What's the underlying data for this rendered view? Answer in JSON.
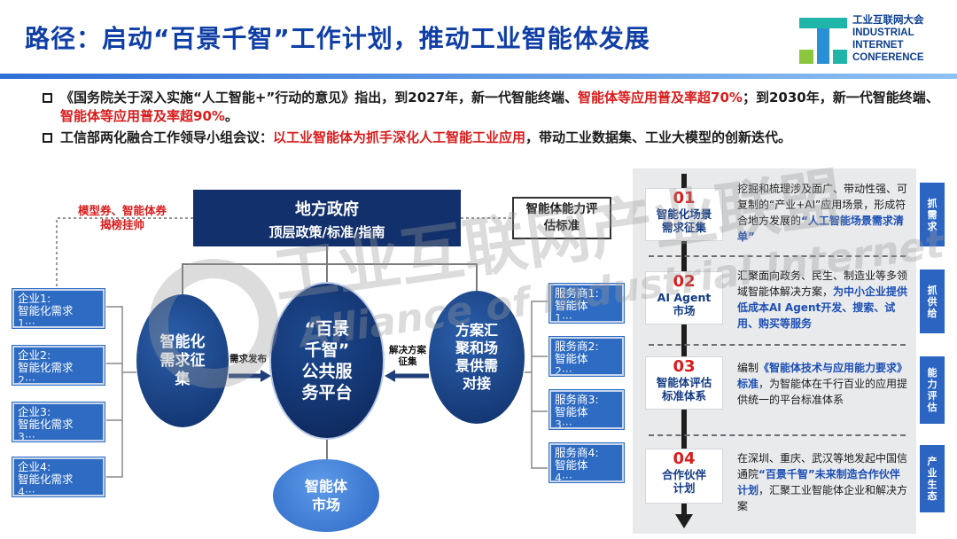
{
  "header": {
    "title": "路径：启动“百景千智”工作计划，推动工业智能体发展",
    "logo_lines": [
      "工业互联网大会",
      "INDUSTRIAL",
      "INTERNET",
      "CONFERENCE"
    ]
  },
  "bullets": [
    {
      "parts": [
        "《国务院关于深入实施“人工智能+”行动的意见》指出，到2027年，新一代智能终端、",
        "智能体等应用普及率超70%",
        "；到2030年，新一代智能终端、",
        "智能体等应用普及率超90%",
        "。"
      ]
    },
    {
      "parts": [
        "工信部两化融合工作领导小组会议：",
        "以工业智能体为抓手深化人工智能工业应用",
        "，带动工业数据集、工业大模型的创新迭代。"
      ]
    }
  ],
  "watermark": {
    "cn": "工业互联网产业联盟",
    "en": "Alliance of Industrial Internet"
  },
  "diagram": {
    "gov_title": "地方政府",
    "gov_subtitle": "顶层政策/标准/指南",
    "promo_line1": "模型券、智能体券",
    "promo_line2": "揭榜挂帅",
    "eval_line1": "智能体能力评",
    "eval_line2": "估标准",
    "left_circle": [
      "智能化",
      "需求征",
      "集"
    ],
    "center_circle": [
      "“百景",
      "千智”",
      "公共服",
      "务平台"
    ],
    "right_circle": [
      "方案汇",
      "聚和场",
      "景供需",
      "对接"
    ],
    "bottom_circle": [
      "智能体",
      "市场"
    ],
    "arrow_left_label": "需求发布",
    "arrow_right_label_1": "解决方案",
    "arrow_right_label_2": "征集",
    "enterprises": [
      {
        "line1": "企业1:",
        "line2": "智能化需求",
        "line3": "1···"
      },
      {
        "line1": "企业2:",
        "line2": "智能化需求",
        "line3": "2···"
      },
      {
        "line1": "企业3:",
        "line2": "智能化需求",
        "line3": "3···"
      },
      {
        "line1": "企业4:",
        "line2": "智能化需求",
        "line3": "4···"
      }
    ],
    "providers": [
      {
        "line1": "服务商1:",
        "line2": "智能体",
        "line3": "1···"
      },
      {
        "line1": "服务商2:",
        "line2": "智能体",
        "line3": "2···"
      },
      {
        "line1": "服务商3:",
        "line2": "智能体",
        "line3": "3···"
      },
      {
        "line1": "服务商4:",
        "line2": "智能体",
        "line3": "4···"
      }
    ]
  },
  "steps": [
    {
      "num": "01",
      "name": [
        "智能化场景",
        "需求征集"
      ],
      "desc": [
        "挖掘和梳理涉及面广、带动性强、可复制的“产业+AI”应用场景，形成符合地方发展的",
        "“人工智能场景需求清单”",
        ""
      ],
      "tab": [
        "抓",
        "需",
        "求"
      ]
    },
    {
      "num": "02",
      "name": [
        "AI Agent",
        "市场"
      ],
      "desc": [
        "汇聚面向政务、民生、制造业等多领域智能体解决方案，",
        "为中小企业提供低成本AI Agent开发、搜索、试用、购买等服务",
        ""
      ],
      "tab": [
        "抓",
        "供",
        "给"
      ]
    },
    {
      "num": "03",
      "name": [
        "智能体评估",
        "标准体系"
      ],
      "desc": [
        "编制",
        "《智能体技术与应用能力要求》标准",
        "，为智能体在千行百业的应用提供统一的平台标准体系"
      ],
      "tab": [
        "能",
        "力",
        "评",
        "估"
      ]
    },
    {
      "num": "04",
      "name": [
        "合作伙伴",
        "计划"
      ],
      "desc": [
        "在深圳、重庆、武汉等地发起中国信通院",
        "“百景千智”未来制造合作伙伴计划",
        "，汇聚工业智能体企业和解决方案"
      ],
      "tab": [
        "产",
        "业",
        "生",
        "态"
      ]
    }
  ],
  "colors": {
    "title_blue": "#0f3fa6",
    "highlight_red": "#d81c1c",
    "navy": "#12306b",
    "box_blue": "#2e6bc2",
    "panel_gray": "#e9eaec"
  }
}
